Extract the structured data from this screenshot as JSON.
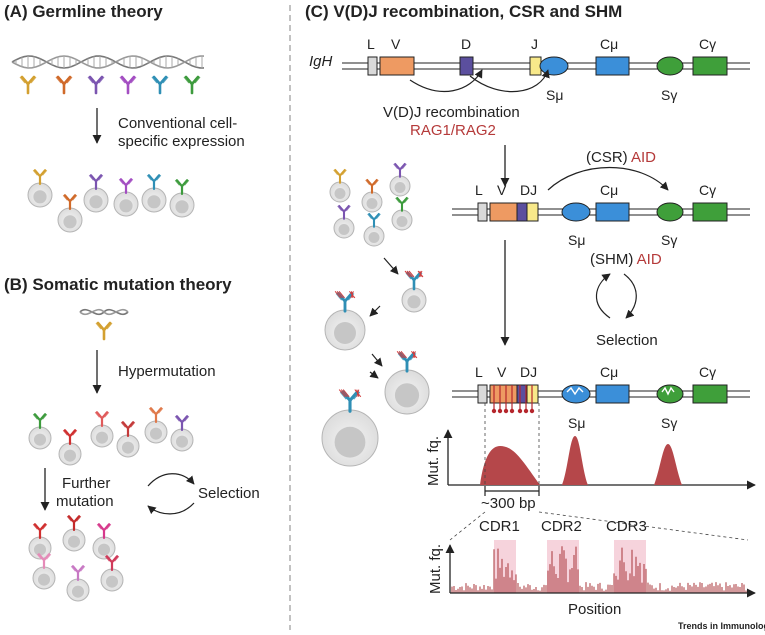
{
  "panels": {
    "a": {
      "title": "(A) Germline theory",
      "caption": "Conventional cell-\nspecific expression"
    },
    "b": {
      "title": "(B) Somatic mutation theory",
      "step1": "Hypermutation",
      "step2": "Further\nmutation",
      "selection": "Selection"
    },
    "c": {
      "title": "(C) V(D)J recombination, CSR and SHM",
      "locus": "IgH",
      "segments": {
        "L": "L",
        "V": "V",
        "D": "D",
        "J": "J",
        "DJ": "DJ",
        "Cmu": "Cμ",
        "Cgamma": "Cγ",
        "Smu": "Sμ",
        "Sgamma": "Sγ"
      },
      "vdj_label": "V(D)J recombination",
      "vdj_enzymes": "RAG1/RAG2",
      "csr_prefix": "(CSR) ",
      "shm_prefix": "(SHM) ",
      "aid": "AID",
      "selection": "Selection",
      "mut_fq": "Mut. fq.",
      "span": "~300 bp",
      "cdrs": [
        "CDR1",
        "CDR2",
        "CDR3"
      ],
      "position": "Position"
    }
  },
  "footer": "Trends in Immunology",
  "colors": {
    "L": "#d9d9d9",
    "V": "#ee9a62",
    "D": "#5b4f9e",
    "J": "#f8e98a",
    "Cmu": "#3b8fd9",
    "Cgamma": "#3f9f3a",
    "mut": "#b5474a",
    "aid": "#b53a3a",
    "cdr_band": "#f6d3dc"
  }
}
